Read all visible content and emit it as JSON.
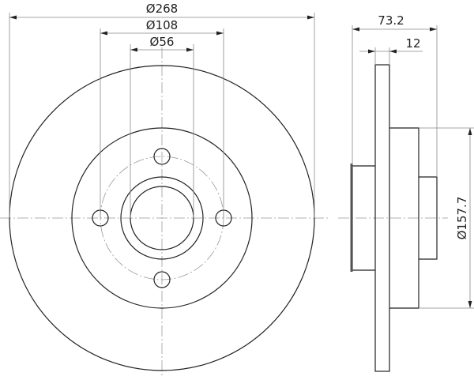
{
  "dimensions": {
    "outer_diameter": "Ø268",
    "bolt_circle": "Ø108",
    "center_bore": "Ø56",
    "overall_height": "73.2",
    "disc_thickness": "12",
    "hat_diameter": "Ø157.7"
  },
  "colors": {
    "outline": "#222222",
    "dimension": "#888888"
  }
}
